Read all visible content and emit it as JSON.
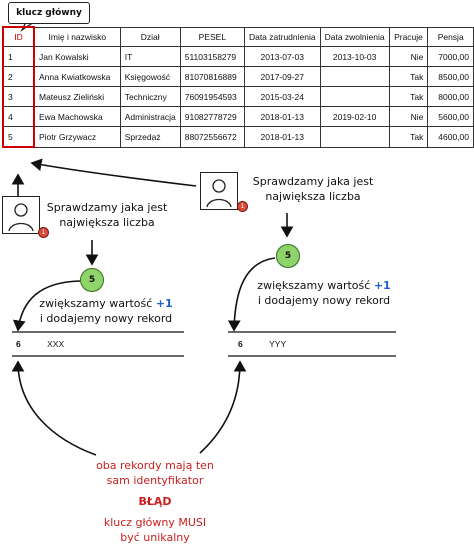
{
  "bubble": {
    "label": "klucz główny"
  },
  "table": {
    "headers": [
      "ID",
      "Imię i nazwisko",
      "Dział",
      "PESEL",
      "Data zatrudnienia",
      "Data zwolnienia",
      "Pracuje",
      "Pensja"
    ],
    "rows": [
      [
        "1",
        "Jan Kowalski",
        "IT",
        "51103158279",
        "2013-07-03",
        "2013-10-03",
        "Nie",
        "7000,00"
      ],
      [
        "2",
        "Anna Kwiatkowska",
        "Księgowość",
        "81070816889",
        "2017-09-27",
        "",
        "Tak",
        "8500,00"
      ],
      [
        "3",
        "Mateusz Zieliński",
        "Techniczny",
        "76091954593",
        "2015-03-24",
        "",
        "Tak",
        "8000,00"
      ],
      [
        "4",
        "Ewa Machowska",
        "Administracja",
        "91082778729",
        "2018-01-13",
        "2019-02-10",
        "Nie",
        "5600,00"
      ],
      [
        "5",
        "Piotr Grzywacz",
        "Sprzedaż",
        "88072556672",
        "2018-01-13",
        "",
        "Tak",
        "4600,00"
      ]
    ]
  },
  "left": {
    "check_text_line1": "Sprawdzamy jaka jest",
    "check_text_line2": "największa liczba",
    "step": "5",
    "inc_text_line1": "zwiększamy wartość",
    "inc_plus": "+1",
    "inc_text_line2": "i dodajemy nowy rekord",
    "record_id": "6",
    "record_value": "XXX"
  },
  "right": {
    "check_text_line1": "Sprawdzamy jaka jest",
    "check_text_line2": "największa liczba",
    "step": "5",
    "inc_text_line1": "zwiększamy wartość",
    "inc_plus": "+1",
    "inc_text_line2": "i dodajemy nowy rekord",
    "record_id": "6",
    "record_value": "YYY"
  },
  "conclusion": {
    "line1": "oba rekordy mają ten",
    "line2": "sam identyfikator",
    "error": "BŁĄD",
    "line3": "klucz główny MUSI",
    "line4": "być unikalny"
  },
  "colors": {
    "error_red": "#c81e1e",
    "step_green": "#8fd46a",
    "plus_blue": "#1f5fd1"
  }
}
